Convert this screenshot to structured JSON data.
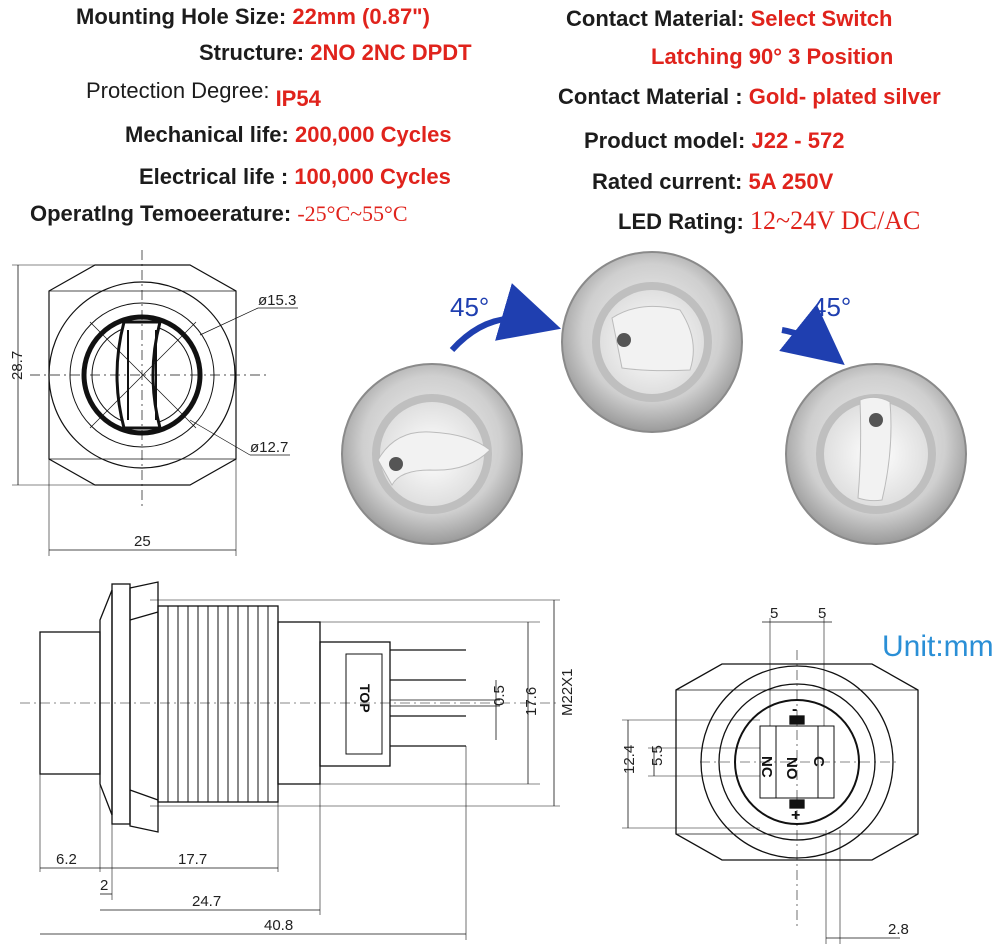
{
  "specs_left": [
    {
      "label": "Mounting Hole Size:",
      "value": "22mm (0.87\")"
    },
    {
      "label": "Structure:",
      "value": "2NO  2NC DPDT"
    },
    {
      "label": "Protection  Degree:",
      "value": "IP54"
    },
    {
      "label": "Mechanical life:",
      "value": "200,000 Cycles"
    },
    {
      "label": "Electrical  life :",
      "value": "100,000 Cycles"
    },
    {
      "label": "OperatIng Temoeerature:",
      "value": "-25°C~55°C"
    }
  ],
  "specs_right": [
    {
      "label": "Contact Material:",
      "value": "Select Switch"
    },
    {
      "label": "",
      "value": "Latching   90°  3 Position"
    },
    {
      "label": "Contact Material :",
      "value": "Gold- plated silver"
    },
    {
      "label": "Product model:",
      "value": "J22 - 572"
    },
    {
      "label": "Rated  current:",
      "value": "5A  250V"
    },
    {
      "label": "LED Rating:",
      "value": "12~24V  DC/AC"
    }
  ],
  "rotation": {
    "left_angle": "45°",
    "right_angle": "45°"
  },
  "unit_label": "Unit:mm",
  "front_view": {
    "height": "28.7",
    "width": "25",
    "outer_dia": "ø15.3",
    "inner_dia": "ø12.7"
  },
  "side_view": {
    "thread": "M22X1",
    "h1": "17.6",
    "h2": "0.5",
    "l1": "6.2",
    "l2": "2",
    "l3": "17.7",
    "l4": "24.7",
    "l5": "40.8",
    "top_label": "TOP"
  },
  "pin_view": {
    "pitch_a": "5",
    "pitch_b": "5",
    "h_total": "12.4",
    "h_pitch": "5.5",
    "pin_w": "2.8",
    "pins": [
      "NC",
      "NO",
      "C",
      "+",
      "-"
    ]
  },
  "colors": {
    "label": "#1c1c1c",
    "value": "#e0231c",
    "unit": "#2a8fd6",
    "arrow": "#1f3fb0"
  }
}
